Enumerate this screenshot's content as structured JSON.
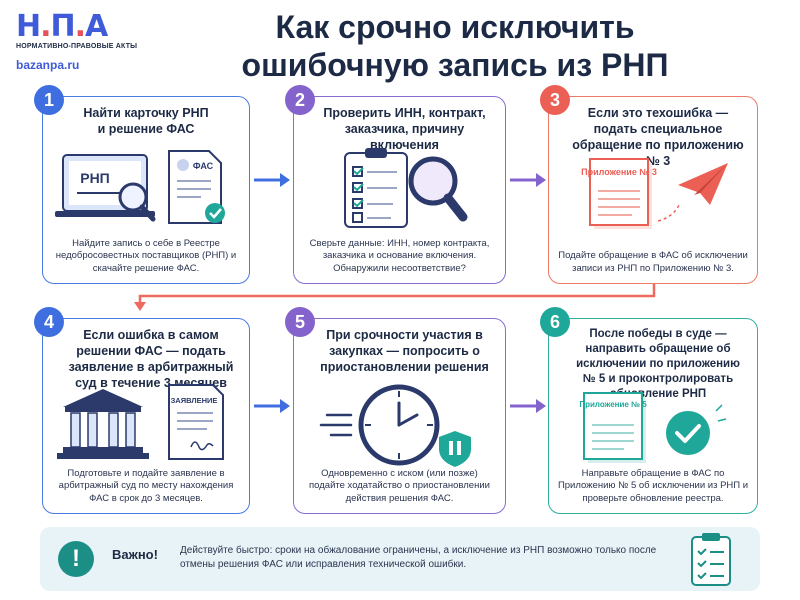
{
  "logo": {
    "mark_a": "Н",
    "mark_b": "П",
    "mark_c": "А",
    "subtitle": "НОРМАТИВНО-ПРАВОВЫЕ АКТЫ",
    "url": "bazanpa.ru"
  },
  "title": {
    "line1": "Как срочно исключить",
    "line2": "ошибочную запись из РНП"
  },
  "steps": [
    {
      "number": "1",
      "title": "Найти карточку РНП и решение ФАС",
      "icon_label_a": "РНП",
      "icon_label_b": "ФАС",
      "description": "Найдите запись о себе в Реестре недобросовестных поставщиков (РНП) и скачайте решение ФАС."
    },
    {
      "number": "2",
      "title": "Проверить ИНН, контракт, заказчика, причину включения",
      "description": "Сверьте данные: ИНН, номер контракта, заказчика и основание включения. Обнаружили несоответствие?"
    },
    {
      "number": "3",
      "title": "Если это техошибка — подать специальное обращение по приложению № 3",
      "icon_label": "Приложение № 3",
      "description": "Подайте обращение в ФАС об исключении записи из РНП по Приложению № 3."
    },
    {
      "number": "4",
      "title": "Если ошибка в самом решении ФАС — подать заявление в арбитражный суд в течение 3 месяцев",
      "icon_label": "ЗАЯВЛЕНИЕ",
      "description": "Подготовьте и подайте заявление в арбитражный суд по месту нахождения ФАС в срок до 3 месяцев."
    },
    {
      "number": "5",
      "title": "При срочности участия в закупках — попросить о приостановлении решения",
      "description": "Одновременно с иском (или позже) подайте ходатайство о приостановлении действия решения ФАС."
    },
    {
      "number": "6",
      "title": "После победы в суде — направить обращение об исключении по приложению № 5 и проконтролировать обновление РНП",
      "icon_label": "Приложение № 5",
      "description": "Направьте обращение в ФАС по Приложению № 5 об исключении из РНП и проверьте обновление реестра."
    }
  ],
  "note": {
    "icon": "!",
    "label": "Важно!",
    "text": "Действуйте быстро: сроки на обжалование ограничены, а исключение из РНП возможно только после отмены решения ФАС или исправления технической ошибки."
  },
  "colors": {
    "blue": "#3f6ee0",
    "purple": "#8563cc",
    "red": "#ec5f55",
    "teal": "#1fa89a"
  }
}
